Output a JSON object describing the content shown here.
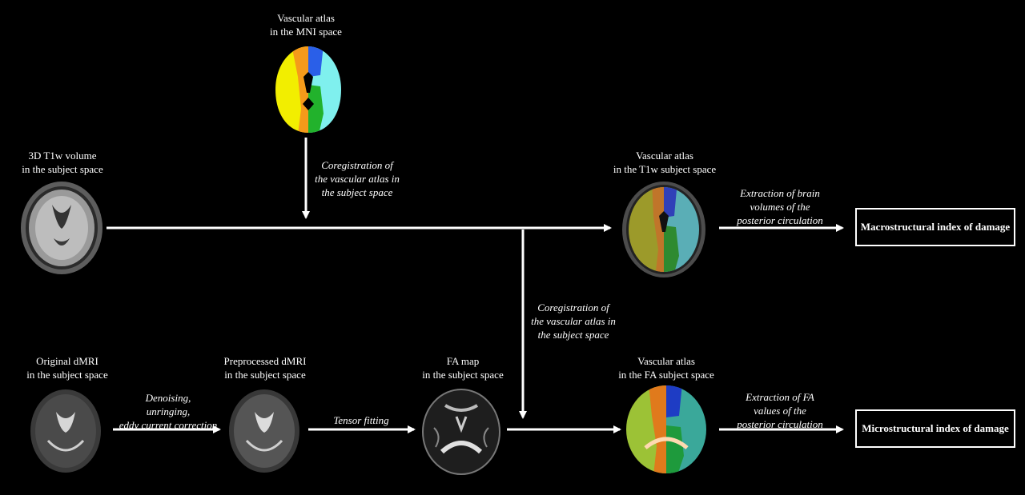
{
  "colors": {
    "background": "#000000",
    "foreground": "#ffffff"
  },
  "nodes": {
    "atlas_mni": {
      "line1": "Vascular atlas",
      "line2": "in the MNI space"
    },
    "t1w_volume": {
      "line1": "3D T1w volume",
      "line2": "in the subject space"
    },
    "atlas_t1w": {
      "line1": "Vascular atlas",
      "line2": "in the T1w subject space"
    },
    "original_dmri": {
      "line1": "Original dMRI",
      "line2": "in the subject space"
    },
    "preprocessed_dmri": {
      "line1": "Preprocessed dMRI",
      "line2": "in the subject space"
    },
    "fa_map": {
      "line1": "FA map",
      "line2": "in the subject space"
    },
    "atlas_fa": {
      "line1": "Vascular atlas",
      "line2": "in the FA subject space"
    }
  },
  "steps": {
    "coreg_top": {
      "line1": "Coregistration of",
      "line2": "the vascular atlas in",
      "line3": "the subject space"
    },
    "coreg_mid": {
      "line1": "Coregistration of",
      "line2": "the vascular atlas in",
      "line3": "the subject space"
    },
    "extract_volumes": {
      "line1": "Extraction of brain",
      "line2": "volumes of the",
      "line3": "posterior circulation"
    },
    "preprocessing": {
      "line1": "Denoising,",
      "line2": "unringing,",
      "line3": "eddy current correction"
    },
    "tensor_fitting": {
      "line1": "Tensor fitting"
    },
    "extract_fa": {
      "line1": "Extraction of FA",
      "line2": "values of the",
      "line3": "posterior circulation"
    }
  },
  "outputs": {
    "macro": "Macrostructural index of damage",
    "micro": "Microstructural index of damage"
  }
}
